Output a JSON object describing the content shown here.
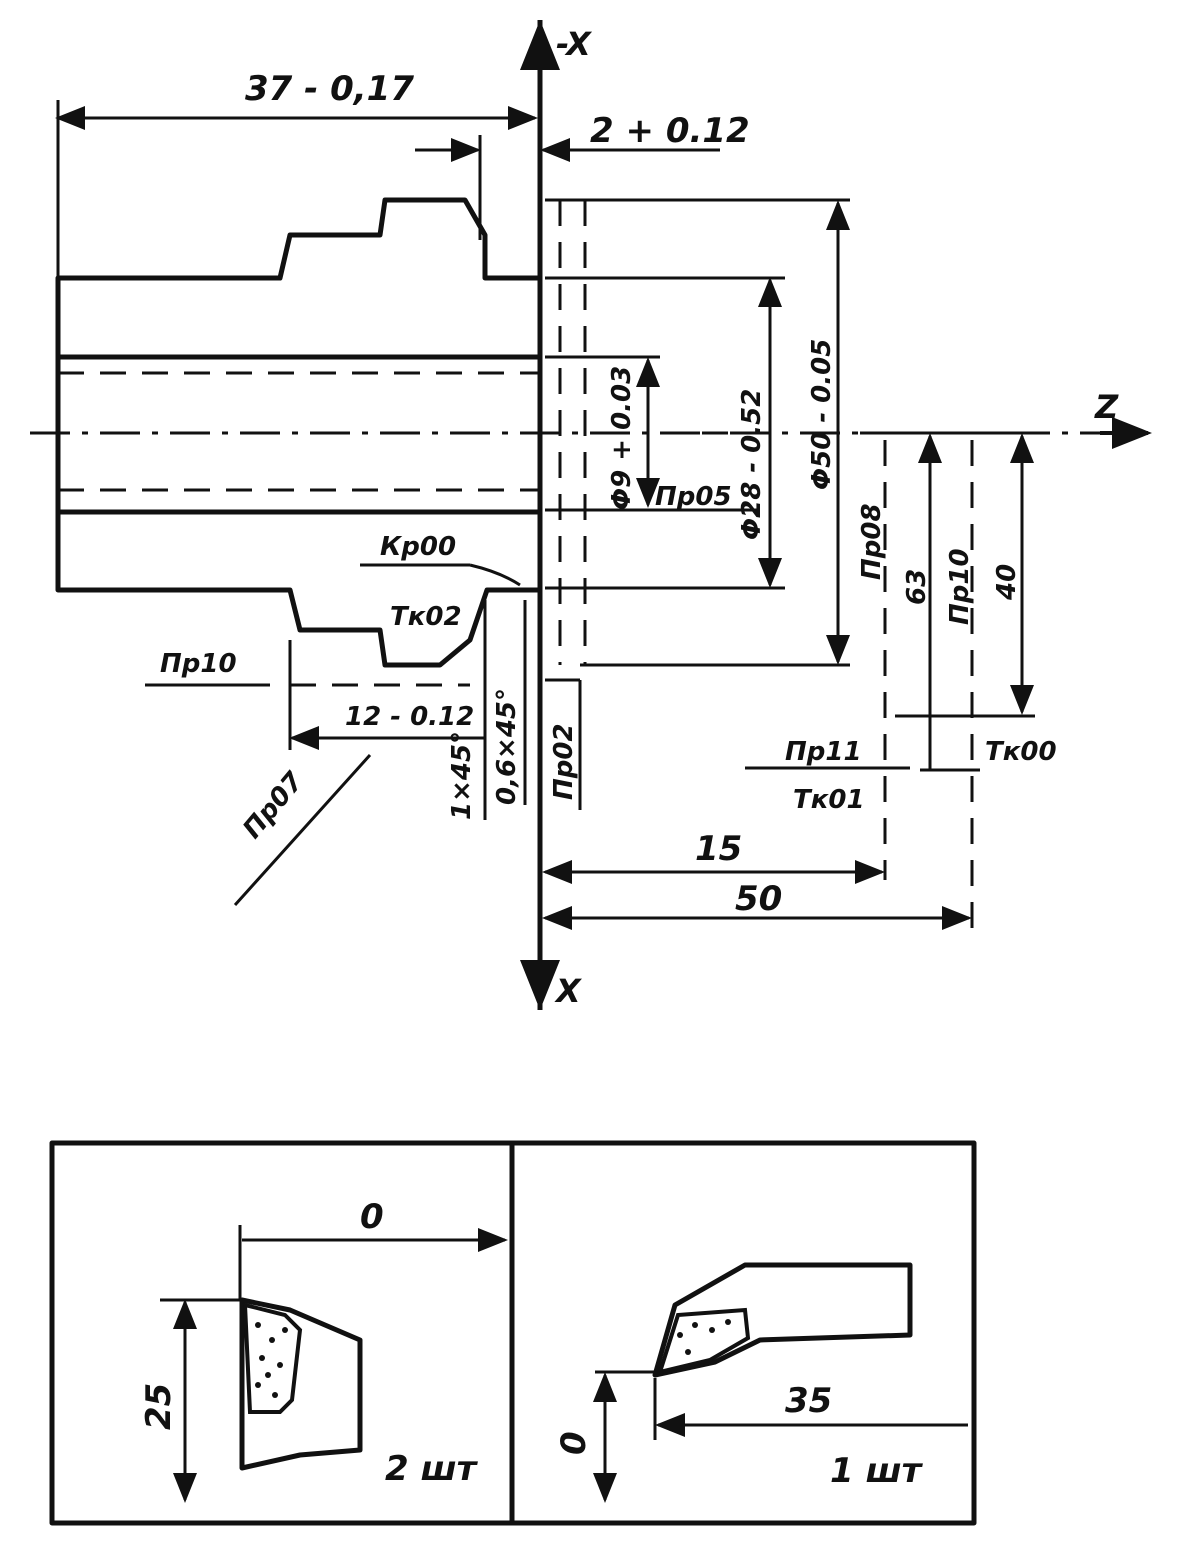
{
  "axes": {
    "neg_x": "-X",
    "x": "X",
    "z": "Z"
  },
  "dimensions": {
    "overall_length": "37 - 0,17",
    "shoulder": "2 + 0.12",
    "dia_bore": "Φ9 + 0.03",
    "dia_inner": "Φ28 - 0.52",
    "dia_outer": "Φ50 - 0.05",
    "groove_len": "12 - 0.12",
    "chamfer_a": "0,6×45°",
    "chamfer_b": "1×45°",
    "ref_63": "63",
    "ref_40": "40",
    "len_15": "15",
    "len_50": "50"
  },
  "points": {
    "pr05": "Пр05",
    "pr08": "Пр08",
    "pr10a": "Пр10",
    "pr10b": "Пр10",
    "pr11": "Пр11",
    "pr02": "Пр02",
    "pr07": "Пр07",
    "kr00": "Кр00",
    "tk02": "Тк02",
    "tk01": "Тк01",
    "tk00": "Тк00"
  },
  "tools": [
    {
      "offset": "0",
      "height": "25",
      "count": "2 шт"
    },
    {
      "offset": "0",
      "length": "35",
      "count": "1 шт"
    }
  ]
}
